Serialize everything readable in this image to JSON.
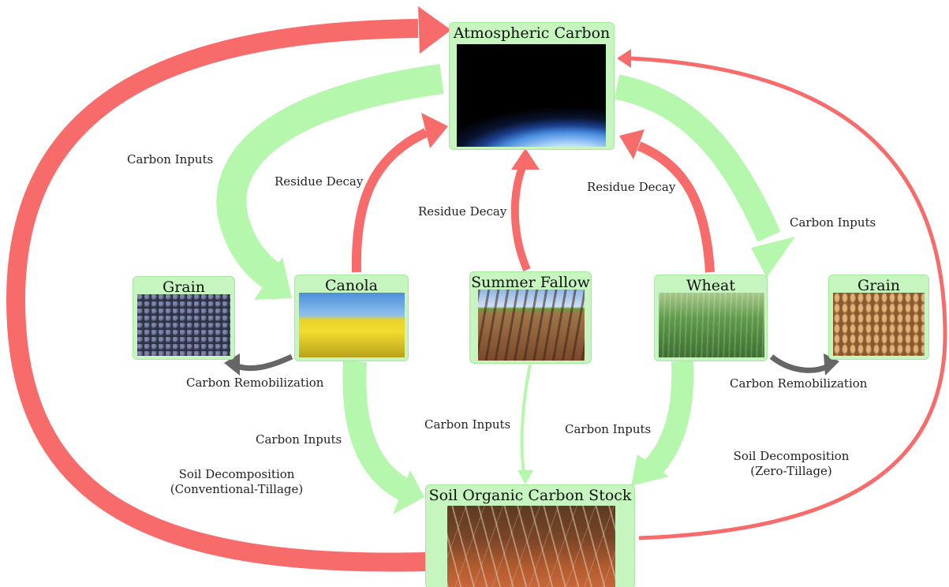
{
  "nodes": {
    "atmosphere": "Atmospheric Carbon",
    "grain_left": "Grain",
    "canola": "Canola",
    "fallow": "Summer Fallow",
    "wheat": "Wheat",
    "grain_right": "Grain",
    "soil": "Soil Organic Carbon Stock"
  },
  "labels": {
    "carbon_inputs_left": "Carbon Inputs",
    "residue_decay_canola": "Residue Decay",
    "residue_decay_fallow": "Residue Decay",
    "residue_decay_wheat": "Residue Decay",
    "carbon_inputs_right": "Carbon Inputs",
    "remobilization_left": "Carbon Remobilization",
    "remobilization_right": "Carbon Remobilization",
    "carbon_inputs_canola": "Carbon Inputs",
    "carbon_inputs_fallow": "Carbon Inputs",
    "carbon_inputs_wheat": "Carbon Inputs",
    "soil_decomp_conventional_1": "Soil Decomposition",
    "soil_decomp_conventional_2": "(Conventional-Tillage)",
    "soil_decomp_zero_1": "Soil Decomposition",
    "soil_decomp_zero_2": "(Zero-Tillage)"
  },
  "colors": {
    "carbon_input_arrow": "#b6f7ae",
    "emission_arrow": "#f76b6b",
    "remobilization_arrow": "#666666",
    "node_fill": "#c6f5c0"
  }
}
